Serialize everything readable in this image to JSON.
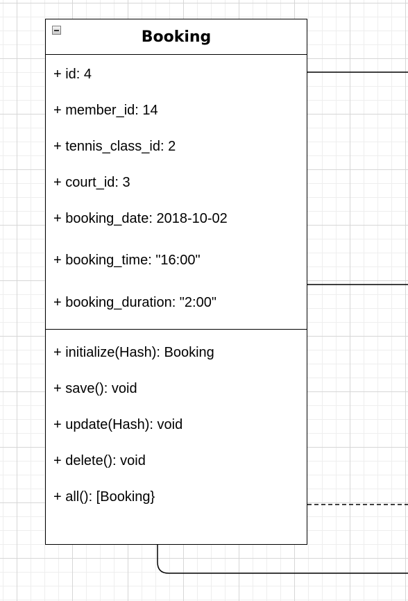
{
  "class": {
    "name": "Booking",
    "attributes": [
      "+ id: 4",
      "+ member_id: 14",
      "+ tennis_class_id: 2",
      "+ court_id: 3",
      "+ booking_date: 2018-10-02",
      "+ booking_time: \"16:00\"",
      "+ booking_duration: \"2:00\""
    ],
    "methods": [
      "+ initialize(Hash): Booking",
      "+ save(): void",
      "+ update(Hash): void",
      "+ delete(): void",
      "+ all(): [Booking}"
    ]
  },
  "icons": {
    "collapse": "collapse-minus-icon"
  },
  "colors": {
    "grid_major": "#d6d6d6",
    "grid_minor": "#eeeeee",
    "stroke": "#000000",
    "background": "#ffffff"
  }
}
